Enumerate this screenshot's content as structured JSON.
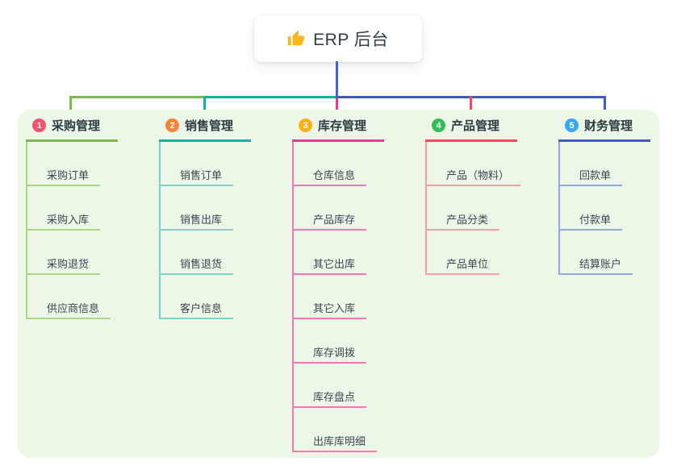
{
  "root": {
    "label": "ERP 后台",
    "icon": "thumbs-up"
  },
  "branches": [
    {
      "number": "1",
      "title": "采购管理",
      "color": "#7CBB45",
      "light_color": "#ABD687",
      "badge_color": "#F8506E",
      "children": [
        "采购订单",
        "采购入库",
        "采购退货",
        "供应商信息"
      ]
    },
    {
      "number": "2",
      "title": "销售管理",
      "color": "#10B2A2",
      "light_color": "#7DD2C8",
      "badge_color": "#F98239",
      "children": [
        "销售订单",
        "销售出库",
        "销售退货",
        "客户信息"
      ]
    },
    {
      "number": "3",
      "title": "库存管理",
      "color": "#E83A92",
      "light_color": "#F279B5",
      "badge_color": "#F9B115",
      "children": [
        "仓库信息",
        "产品库存",
        "其它出库",
        "其它入库",
        "库存调拨",
        "库存盘点",
        "出库库明细"
      ]
    },
    {
      "number": "4",
      "title": "产品管理",
      "color": "#F5495D",
      "light_color": "#F99CA6",
      "badge_color": "#2FBE58",
      "children": [
        "产品（物料）",
        "产品分类",
        "产品单位"
      ]
    },
    {
      "number": "5",
      "title": "财务管理",
      "color": "#3F5BC6",
      "light_color": "#93A7E2",
      "badge_color": "#38A7F3",
      "children": [
        "回款单",
        "付款单",
        "结算账户"
      ]
    }
  ],
  "colors": {
    "canvas_bg": "#FFFFFF",
    "container_bg": "#EDF7E7",
    "root_line": "#4A5FC9",
    "icon_color": "#F5B820",
    "title_text": "#2D3B43",
    "child_text": "#3A4750"
  }
}
